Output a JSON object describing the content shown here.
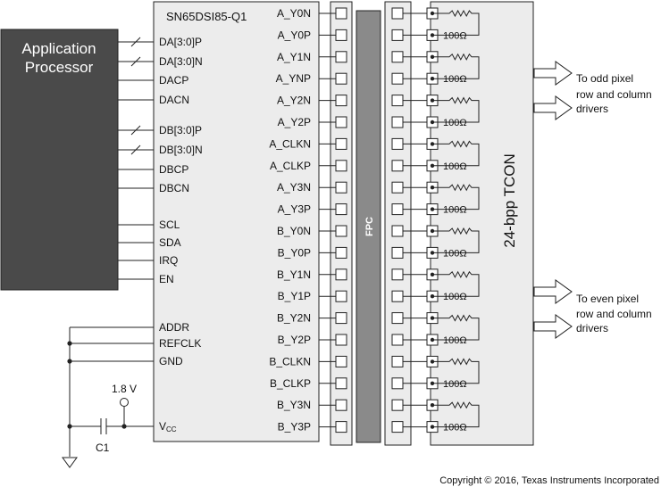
{
  "app_processor": {
    "line1": "Application",
    "line2": "Processor"
  },
  "bridge": {
    "title": "SN65DSI85-Q1",
    "left_pins": [
      {
        "label": "DA[3:0]P",
        "bus": true
      },
      {
        "label": "DA[3:0]N",
        "bus": true
      },
      {
        "label": "DACP",
        "bus": false
      },
      {
        "label": "DACN",
        "bus": false
      },
      {
        "label": "DB[3:0]P",
        "bus": true
      },
      {
        "label": "DB[3:0]N",
        "bus": true
      },
      {
        "label": "DBCP",
        "bus": false
      },
      {
        "label": "DBCN",
        "bus": false
      },
      {
        "label": "SCL",
        "bus": false
      },
      {
        "label": "SDA",
        "bus": false
      },
      {
        "label": "IRQ",
        "bus": false
      },
      {
        "label": "EN",
        "bus": false
      }
    ],
    "config_pins": [
      "ADDR",
      "REFCLK",
      "GND"
    ],
    "vcc_label": "V",
    "vcc_sub": "CC",
    "right_pins": [
      "A_Y0N",
      "A_Y0P",
      "A_Y1N",
      "A_YNP",
      "A_Y2N",
      "A_Y2P",
      "A_CLKN",
      "A_CLKP",
      "A_Y3N",
      "A_Y3P",
      "B_Y0N",
      "B_Y0P",
      "B_Y1N",
      "B_Y1P",
      "B_Y2N",
      "B_Y2P",
      "B_CLKN",
      "B_CLKP",
      "B_Y3N",
      "B_Y3P"
    ]
  },
  "supply": {
    "voltage": "1.8 V",
    "cap": "C1"
  },
  "fpc": {
    "label": "FPC"
  },
  "tcon": {
    "label": "24-bpp TCON",
    "resistor": "100Ω",
    "resistor_count": 10
  },
  "outputs": [
    {
      "line1": "To odd pixel",
      "line2": "row and column",
      "line3": "drivers"
    },
    {
      "line1": "To even pixel",
      "line2": "row and column",
      "line3": "drivers"
    }
  ],
  "copyright": "Copyright © 2016, Texas Instruments Incorporated"
}
